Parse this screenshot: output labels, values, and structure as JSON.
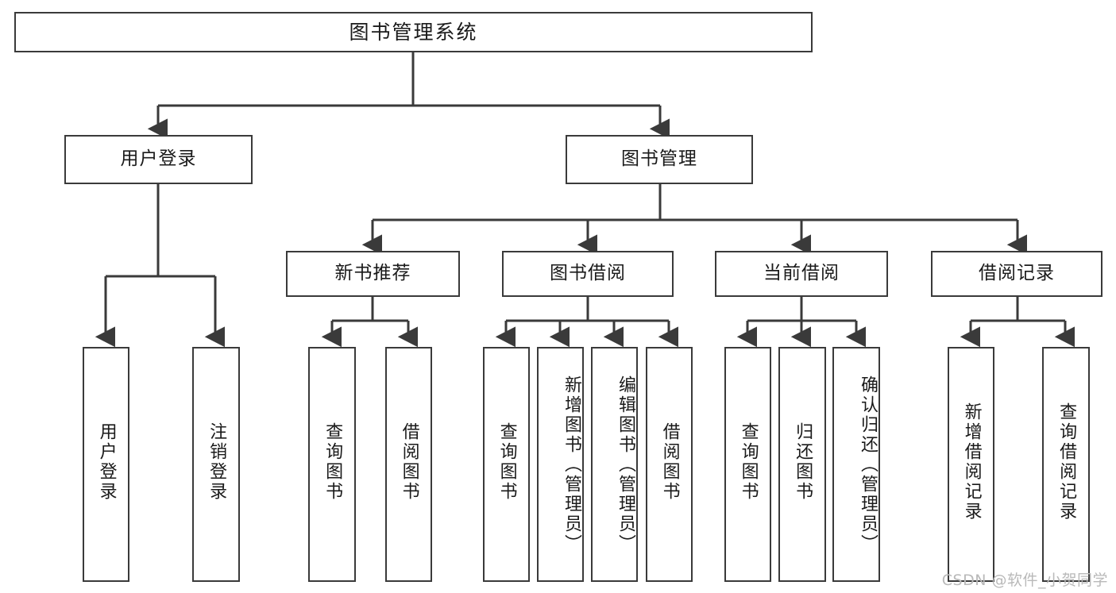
{
  "diagram": {
    "title": "图书管理系统",
    "watermark": "CSDN @软件_小贺同学",
    "line_color": "#3a3a3a",
    "text_color": "#1a1a1a",
    "background": "#ffffff",
    "levels": {
      "root": "图书管理系统",
      "level2": [
        "用户登录",
        "图书管理"
      ],
      "level3": [
        "新书推荐",
        "图书借阅",
        "当前借阅",
        "借阅记录"
      ],
      "level4": [
        "用户登录",
        "注销登录",
        "查询图书",
        "借阅图书",
        "查询图书",
        "新增图书（管理员）",
        "编辑图书（管理员）",
        "借阅图书",
        "查询图书",
        "归还图书",
        "确认归还（管理员）",
        "新增借阅记录",
        "查询借阅记录"
      ]
    }
  },
  "nodes": {
    "root": {
      "label": "图书管理系统"
    },
    "user_login": {
      "label": "用户登录"
    },
    "book_manage": {
      "label": "图书管理"
    },
    "new_book_rec": {
      "label": "新书推荐"
    },
    "book_borrow": {
      "label": "图书借阅"
    },
    "current_borrow": {
      "label": "当前借阅"
    },
    "borrow_record": {
      "label": "借阅记录"
    },
    "leaf_user_login": {
      "label": "用户登录"
    },
    "leaf_logout": {
      "label": "注销登录"
    },
    "leaf_query_book_1": {
      "label": "查询图书"
    },
    "leaf_borrow_book_1": {
      "label": "借阅图书"
    },
    "leaf_query_book_2": {
      "label": "查询图书"
    },
    "leaf_add_book": {
      "label": "新增图书（管理员）"
    },
    "leaf_edit_book": {
      "label": "编辑图书（管理员）"
    },
    "leaf_borrow_book_2": {
      "label": "借阅图书"
    },
    "leaf_query_book_3": {
      "label": "查询图书"
    },
    "leaf_return_book": {
      "label": "归还图书"
    },
    "leaf_confirm_return": {
      "label": "确认归还（管理员）"
    },
    "leaf_add_record": {
      "label": "新增借阅记录"
    },
    "leaf_query_record": {
      "label": "查询借阅记录"
    }
  }
}
